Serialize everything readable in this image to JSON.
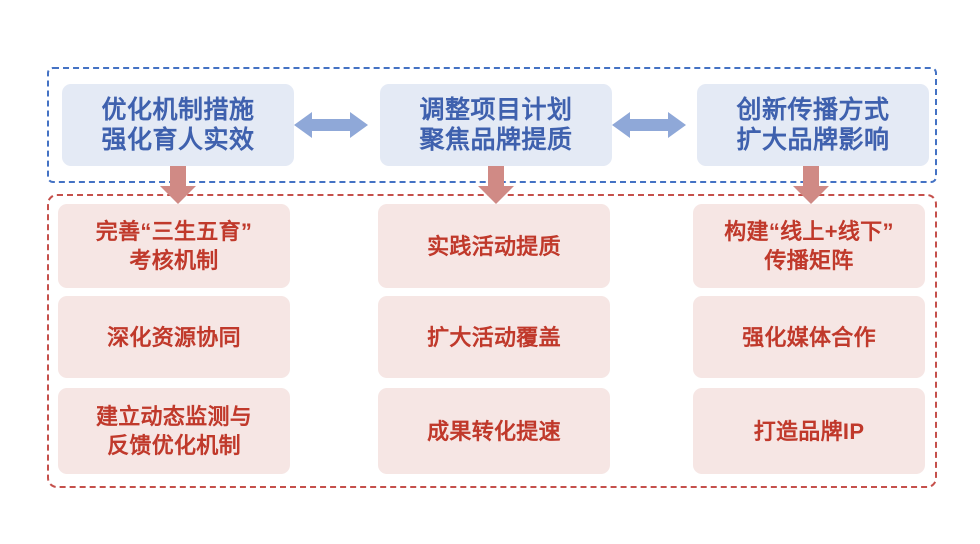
{
  "colors": {
    "top_box_bg": "#E4EAF5",
    "top_box_text": "#3F61AE",
    "top_group_border": "#4472C4",
    "bottom_box_bg": "#F6E6E4",
    "bottom_box_text": "#C0392B",
    "bottom_group_border": "#C5504B",
    "h_arrow": "#8FA8D8",
    "v_arrow": "#D08A85",
    "page_bg": "#FFFFFF"
  },
  "strategy_row": {
    "boxes": [
      {
        "line1": "优化机制措施",
        "line2": "强化育人实效"
      },
      {
        "line1": "调整项目计划",
        "line2": "聚焦品牌提质"
      },
      {
        "line1": "创新传播方式",
        "line2": "扩大品牌影响"
      }
    ],
    "connectors": [
      {
        "type": "double-arrow-horizontal"
      },
      {
        "type": "double-arrow-horizontal"
      }
    ]
  },
  "down_connectors": [
    {
      "type": "arrow-down"
    },
    {
      "type": "arrow-down"
    },
    {
      "type": "arrow-down"
    }
  ],
  "measure_grid": {
    "columns": [
      {
        "items": [
          {
            "line1": "完善“三生五育”",
            "line2": "考核机制"
          },
          {
            "line1": "深化资源协同",
            "line2": ""
          },
          {
            "line1": "建立动态监测与",
            "line2": "反馈优化机制"
          }
        ]
      },
      {
        "items": [
          {
            "line1": "实践活动提质",
            "line2": ""
          },
          {
            "line1": "扩大活动覆盖",
            "line2": ""
          },
          {
            "line1": "成果转化提速",
            "line2": ""
          }
        ]
      },
      {
        "items": [
          {
            "line1": "构建“线上+线下”",
            "line2": "传播矩阵"
          },
          {
            "line1": "强化媒体合作",
            "line2": ""
          },
          {
            "line1": "打造品牌IP",
            "line2": ""
          }
        ]
      }
    ]
  }
}
